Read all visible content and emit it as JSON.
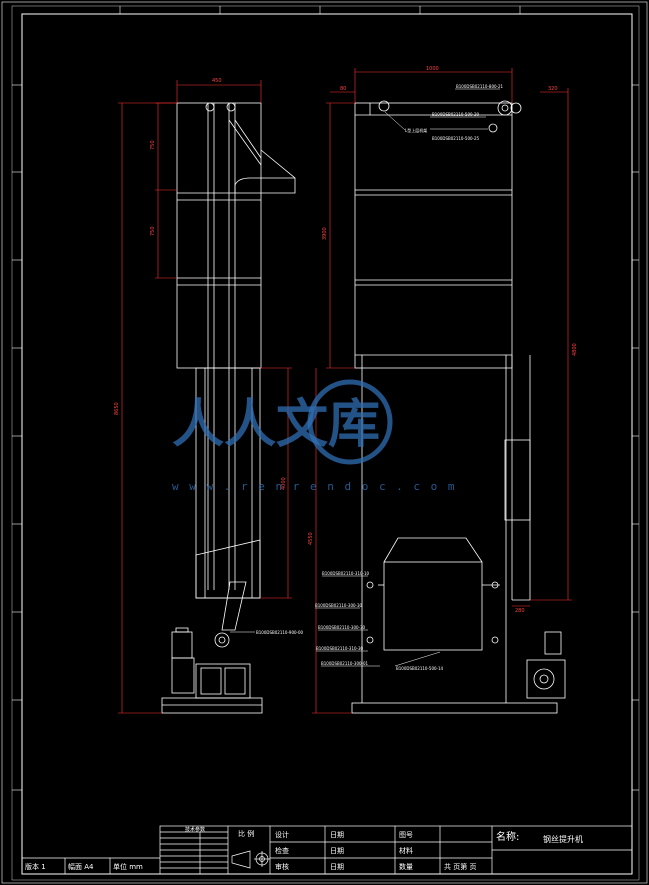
{
  "title_block": {
    "name_label": "名称:",
    "name_value": "钢丝提升机",
    "scale_label": "比 例",
    "design_label": "设计",
    "check_label": "检查",
    "review_label": "审核",
    "date_label_1": "日期",
    "date_label_2": "日期",
    "date_label_3": "日期",
    "drawing_no_label": "图号",
    "material_label": "材料",
    "quantity_label": "数量",
    "sheet_label": "共 页第 页",
    "version_label": "版本 1",
    "sheet_size_label": "幅面 A4",
    "unit_label": "单位 mm",
    "table_heading": "技术参数"
  },
  "watermark": {
    "text": "人人文库",
    "url": "w w w . r e n r e n d o c . c o m"
  },
  "dimensions": {
    "left_top_width": "450",
    "left_seg_1": "750",
    "left_seg_2": "750",
    "left_total_height": "8650",
    "left_lower_height": "4000",
    "right_total_width": "1000",
    "right_left_offset": "80",
    "right_top_right": "320",
    "right_mid_height": "3900",
    "right_lower_height": "4550",
    "right_right_height": "4800",
    "right_bottom_offset": "280"
  },
  "notes": {
    "left_part": "B100DSB02110-900-00",
    "right_part_1": "B100DSB02110-800-21",
    "right_part_2": "B100DSB02110-500-20",
    "right_part_3": "B100DSB02110-500-25",
    "right_label_1": "L型上层机架",
    "mid_part_1": "B100DSB02110-310-10",
    "mid_part_2": "B100DSB02110-300-30",
    "mid_part_3": "B100DSB02110-300-30",
    "mid_part_4": "B100DSB02110-310-30",
    "mid_part_5": "B100DSB02110-300-01",
    "box_part": "B100DSB02110-500-14"
  }
}
